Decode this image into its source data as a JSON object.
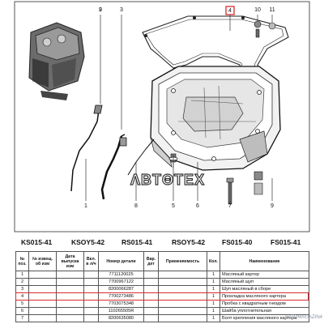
{
  "diagram": {
    "callouts": [
      "2",
      "3",
      "4",
      "10",
      "9",
      "11",
      "1",
      "8",
      "5",
      "6",
      "7",
      "9"
    ],
    "watermark": "ΛBTΘTEX",
    "highlight_color": "#d62c2c"
  },
  "engine_codes": [
    "KS015-41",
    "KSOY5-42",
    "RS015-41",
    "RSOY5-42",
    "FS015-40",
    "FS015-41"
  ],
  "table": {
    "headers": [
      "№ поз.",
      "№ извещ. об изм",
      "Дата выпуска изм",
      "Вкл. в л/ч",
      "Номер детали",
      "Вар. дет",
      "Применяемость",
      "Кол.",
      "Наименование"
    ],
    "rows": [
      [
        "1",
        "",
        "",
        "",
        "7711120025",
        "",
        "",
        "1",
        "Масляный картер"
      ],
      [
        "2",
        "",
        "",
        "",
        "7700967122",
        "",
        "",
        "1",
        "Масляный щуп"
      ],
      [
        "3",
        "",
        "",
        "",
        "8200066287",
        "",
        "",
        "1",
        "Шуп масляный в сборе"
      ],
      [
        "4",
        "",
        "",
        "",
        "7700273486",
        "",
        "",
        "1",
        "Прокладка масляного картера"
      ],
      [
        "5",
        "",
        "",
        "",
        "7703075348",
        "",
        "",
        "1",
        "Пробка с квадратным гнездом"
      ],
      [
        "6",
        "",
        "",
        "",
        "110265505R",
        "",
        "",
        "1",
        "Шайба уплотнительная"
      ],
      [
        "7",
        "",
        "",
        "",
        "8200635080",
        "",
        "",
        "1",
        "Болт крепления масляного картера"
      ]
    ]
  },
  "corner_watermark": "AVTOMAGAZIN4"
}
